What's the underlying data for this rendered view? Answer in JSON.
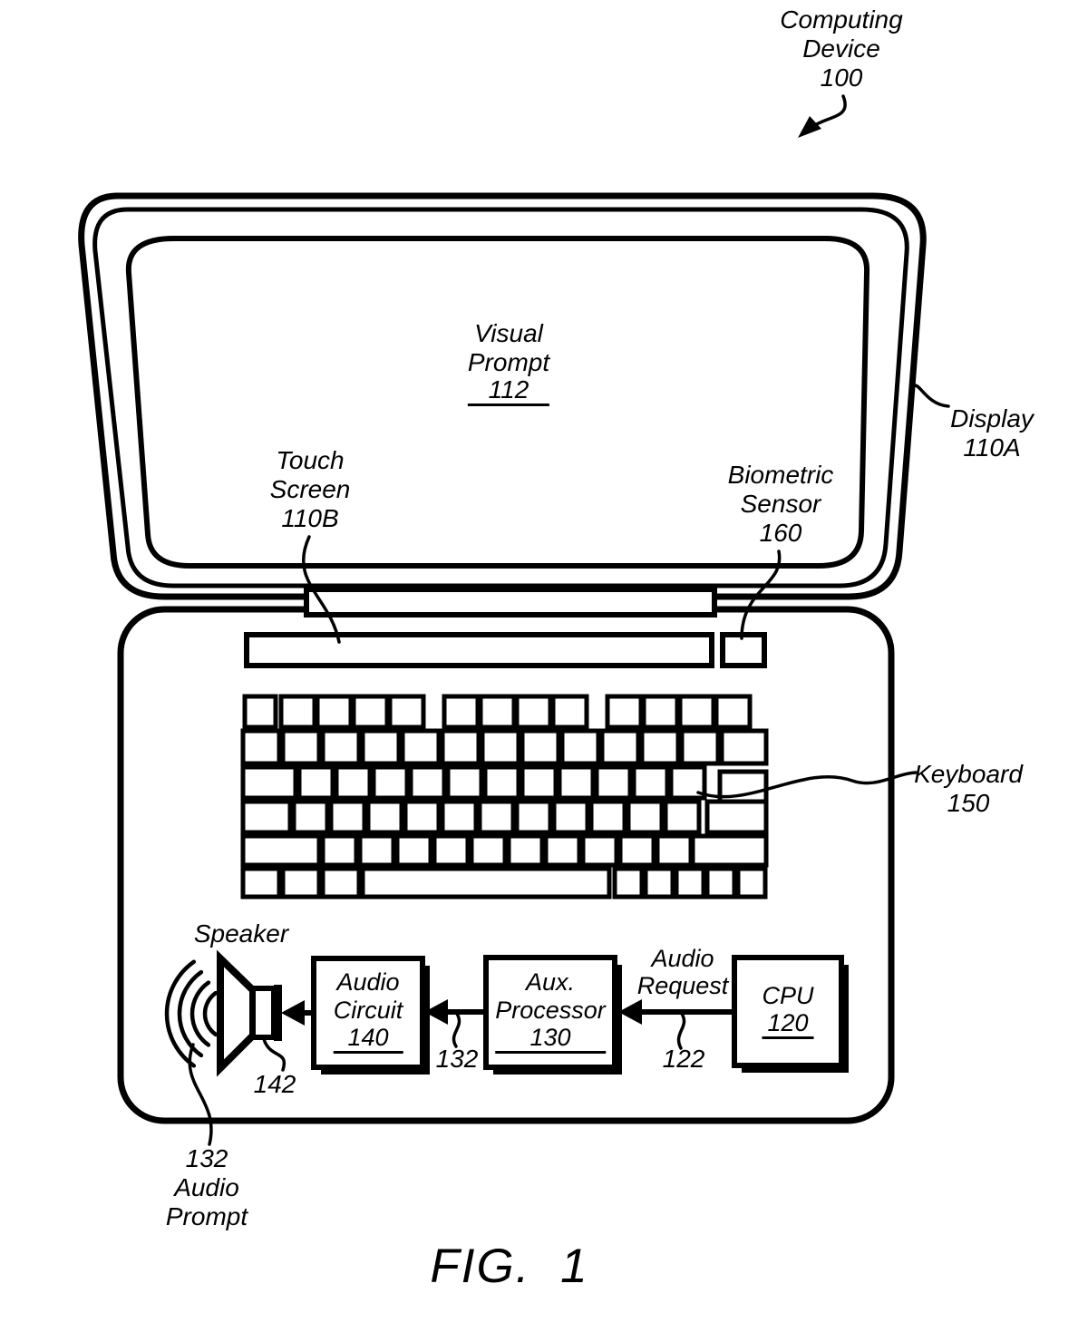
{
  "colors": {
    "ink": "#000000",
    "paper": "#ffffff"
  },
  "caption": "FIG. 1",
  "labels": {
    "computing_device": {
      "line1": "Computing",
      "line2": "Device",
      "ref": "100"
    },
    "visual_prompt": {
      "line1": "Visual",
      "line2": "Prompt",
      "ref": "112"
    },
    "touch_screen": {
      "line1": "Touch",
      "line2": "Screen",
      "ref": "110B"
    },
    "biometric_sensor": {
      "line1": "Biometric",
      "line2": "Sensor",
      "ref": "160"
    },
    "display": {
      "line1": "Display",
      "ref": "110A"
    },
    "keyboard": {
      "line1": "Keyboard",
      "ref": "150"
    },
    "speaker": {
      "line1": "Speaker"
    },
    "audio_request": {
      "line1": "Audio",
      "line2": "Request"
    },
    "audio_prompt": {
      "ref": "132",
      "line1": "Audio",
      "line2": "Prompt"
    },
    "ref_142": "142",
    "ref_132": "132",
    "ref_122": "122"
  },
  "blocks": {
    "audio_circuit": {
      "line1": "Audio",
      "line2": "Circuit",
      "ref": "140"
    },
    "aux_processor": {
      "line1": "Aux.",
      "line2": "Processor",
      "ref": "130"
    },
    "cpu": {
      "line1": "CPU",
      "ref": "120"
    }
  }
}
